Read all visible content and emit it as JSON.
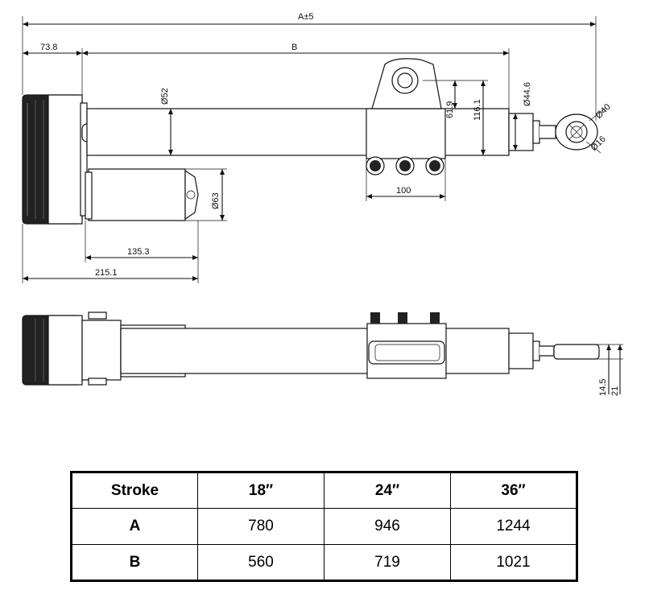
{
  "dimensions": {
    "overall_length": "A±5",
    "motor_offset": "73.8",
    "stroke_length": "B",
    "tube_diameter": "Ø52",
    "mount_height_inner": "61.9",
    "mount_height_outer": "116.1",
    "rod_diameter": "Ø44.6",
    "eye_outer_diameter": "Ø40",
    "eye_hole_diameter": "Ø16",
    "motor_diameter": "Ø63",
    "bracket_width": "100",
    "motor_length": "135.3",
    "gearbox_length": "215.1",
    "eye_thickness_inner": "14.5",
    "eye_thickness_outer": "21"
  },
  "table": {
    "headers": [
      "Stroke",
      "18″",
      "24″",
      "36″"
    ],
    "rows": [
      {
        "label": "A",
        "values": [
          "780",
          "946",
          "1244"
        ]
      },
      {
        "label": "B",
        "values": [
          "560",
          "719",
          "1021"
        ]
      }
    ]
  }
}
